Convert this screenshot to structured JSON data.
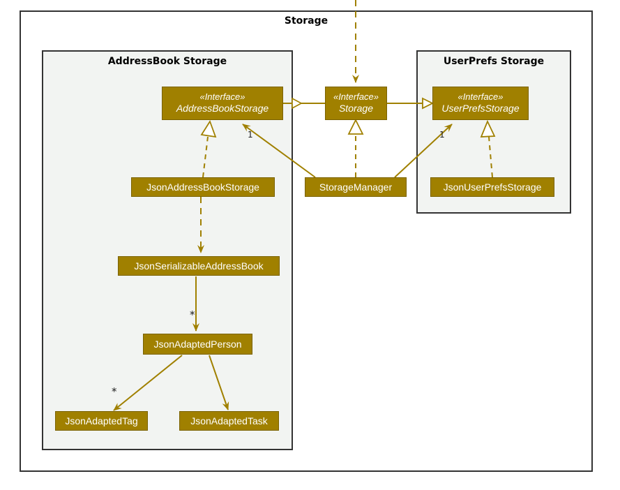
{
  "diagram": {
    "type": "uml-class-diagram",
    "title": "Storage",
    "background": "#ffffff",
    "colors": {
      "class_fill": "#A08000",
      "class_text": "#ffffff",
      "package_fill": "#F2F4F2",
      "package_border": "#333333",
      "line": "#A08000",
      "label_text": "#202020"
    }
  },
  "packages": [
    {
      "id": "storage",
      "label": "Storage",
      "fill": "#ffffff"
    },
    {
      "id": "addressbook_storage",
      "label": "AddressBook Storage",
      "fill": "#F2F4F2"
    },
    {
      "id": "userprefs_storage",
      "label": "UserPrefs Storage",
      "fill": "#F2F4F2"
    }
  ],
  "classes": [
    {
      "id": "addressBookStorage",
      "stereotype": "«Interface»",
      "name": "AddressBookStorage",
      "kind": "interface",
      "package": "addressbook_storage"
    },
    {
      "id": "storage",
      "stereotype": "«Interface»",
      "name": "Storage",
      "kind": "interface",
      "package": "storage"
    },
    {
      "id": "userPrefsStorage",
      "stereotype": "«Interface»",
      "name": "UserPrefsStorage",
      "kind": "interface",
      "package": "userprefs_storage"
    },
    {
      "id": "jsonAddressBookStorage",
      "stereotype": "",
      "name": "JsonAddressBookStorage",
      "kind": "class",
      "package": "addressbook_storage"
    },
    {
      "id": "storageManager",
      "stereotype": "",
      "name": "StorageManager",
      "kind": "class",
      "package": "storage"
    },
    {
      "id": "jsonUserPrefsStorage",
      "stereotype": "",
      "name": "JsonUserPrefsStorage",
      "kind": "class",
      "package": "userprefs_storage"
    },
    {
      "id": "jsonSerializableAddressBook",
      "stereotype": "",
      "name": "JsonSerializableAddressBook",
      "kind": "class",
      "package": "addressbook_storage"
    },
    {
      "id": "jsonAdaptedPerson",
      "stereotype": "",
      "name": "JsonAdaptedPerson",
      "kind": "class",
      "package": "addressbook_storage"
    },
    {
      "id": "jsonAdaptedTag",
      "stereotype": "",
      "name": "JsonAdaptedTag",
      "kind": "class",
      "package": "addressbook_storage"
    },
    {
      "id": "jsonAdaptedTask",
      "stereotype": "",
      "name": "JsonAdaptedTask",
      "kind": "class",
      "package": "addressbook_storage"
    }
  ],
  "relationships": [
    {
      "from": "storage",
      "to": "addressBookStorage",
      "type": "generalization",
      "label": ""
    },
    {
      "from": "storage",
      "to": "userPrefsStorage",
      "type": "generalization",
      "label": ""
    },
    {
      "from": "storageManager",
      "to": "storage",
      "type": "realization",
      "label": ""
    },
    {
      "from": "storageManager",
      "to": "addressBookStorage",
      "type": "association",
      "label": "1"
    },
    {
      "from": "storageManager",
      "to": "userPrefsStorage",
      "type": "association",
      "label": "1"
    },
    {
      "from": "jsonAddressBookStorage",
      "to": "addressBookStorage",
      "type": "realization",
      "label": ""
    },
    {
      "from": "jsonUserPrefsStorage",
      "to": "userPrefsStorage",
      "type": "realization",
      "label": ""
    },
    {
      "from": "jsonAddressBookStorage",
      "to": "jsonSerializableAddressBook",
      "type": "dependency",
      "label": ""
    },
    {
      "from": "jsonSerializableAddressBook",
      "to": "jsonAdaptedPerson",
      "type": "association",
      "label": "*"
    },
    {
      "from": "jsonAdaptedPerson",
      "to": "jsonAdaptedTag",
      "type": "association",
      "label": "*"
    },
    {
      "from": "jsonAdaptedPerson",
      "to": "jsonAdaptedTask",
      "type": "association",
      "label": ""
    },
    {
      "from": "external",
      "to": "storage",
      "type": "dependency",
      "label": ""
    }
  ],
  "multiplicity_labels": [
    {
      "id": "mult-ab",
      "text": "1"
    },
    {
      "id": "mult-up",
      "text": "1"
    },
    {
      "id": "mult-person",
      "text": "*"
    },
    {
      "id": "mult-tag",
      "text": "*"
    }
  ]
}
